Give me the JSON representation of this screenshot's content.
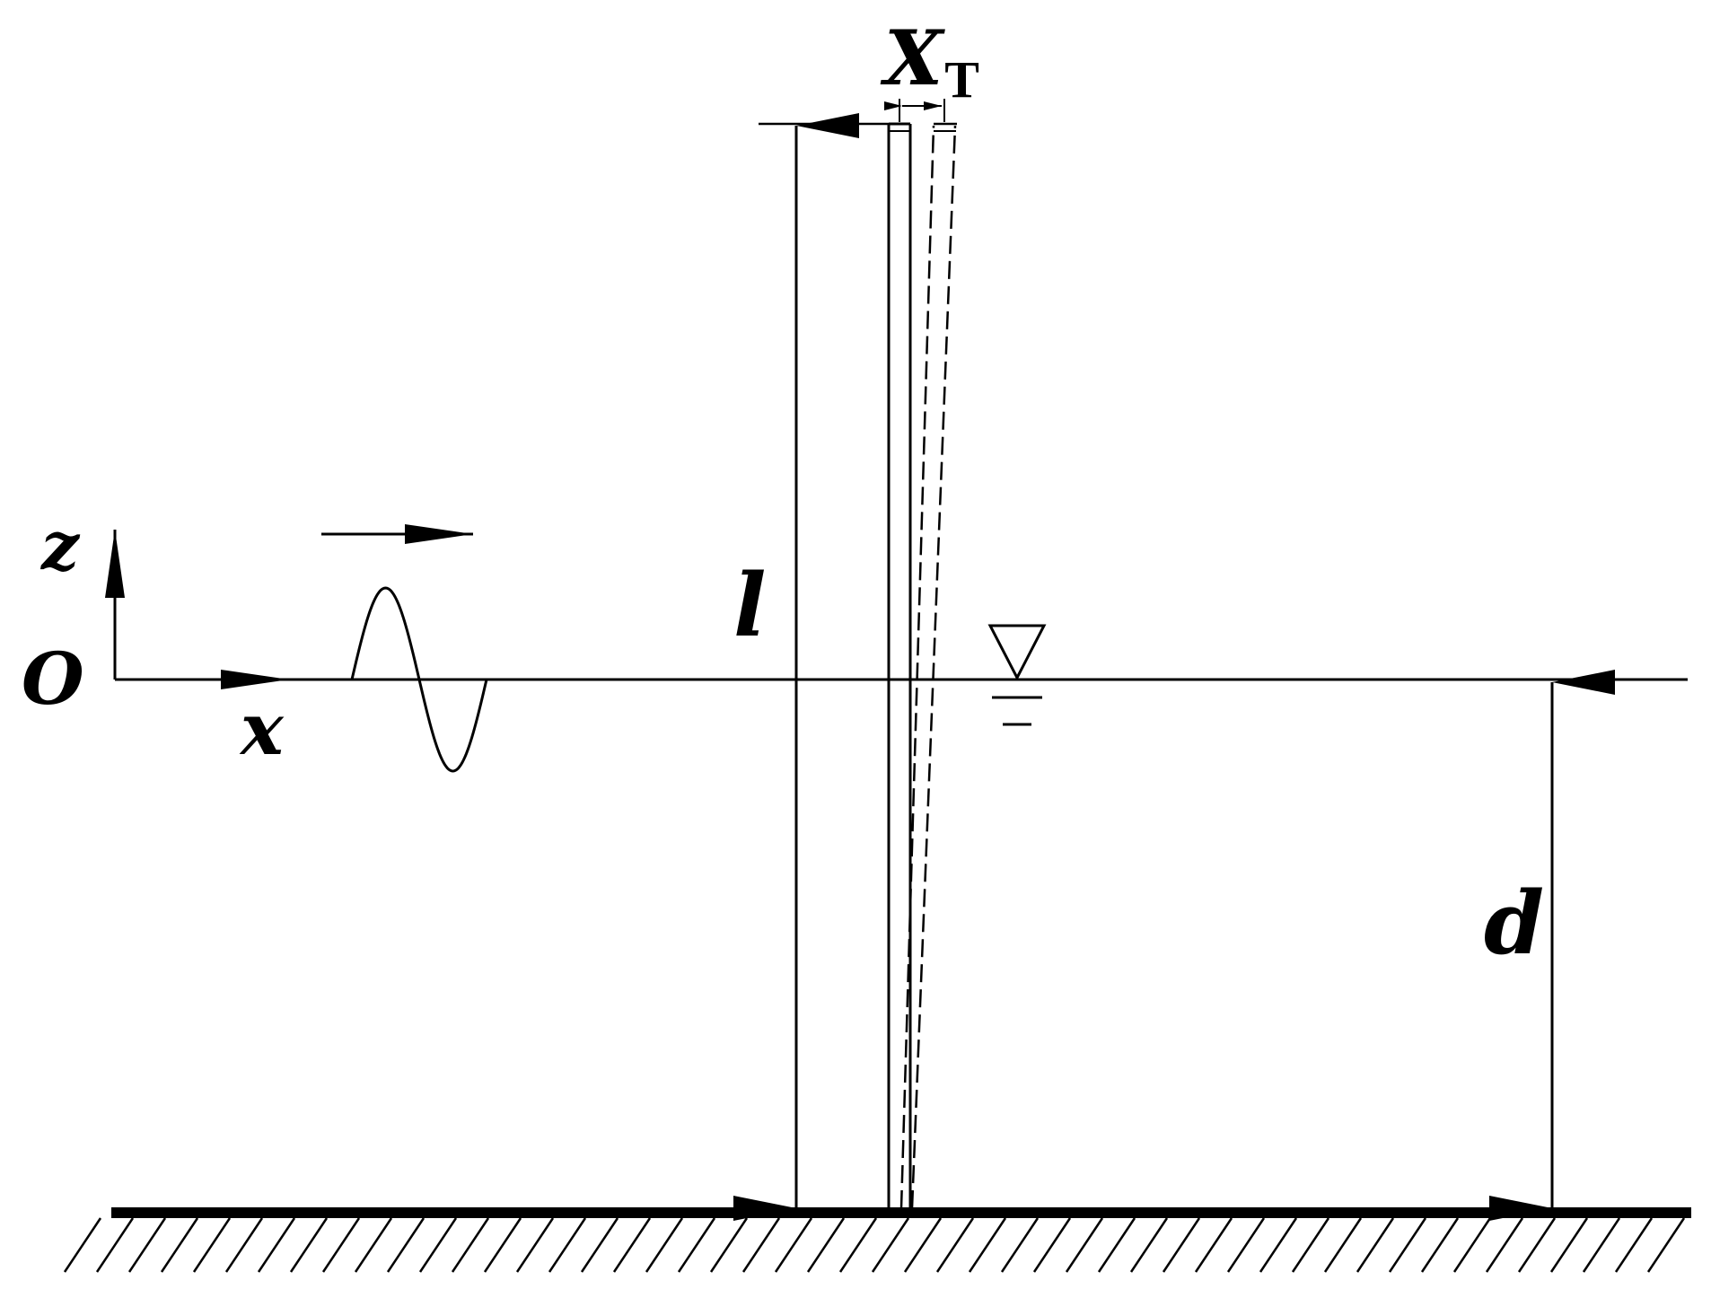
{
  "labels": {
    "z": "z",
    "O": "O",
    "x": "x",
    "l": "l",
    "d": "d",
    "XT_main": "X",
    "XT_sub": "T"
  },
  "colors": {
    "stroke": "#000000",
    "background": "#ffffff"
  }
}
